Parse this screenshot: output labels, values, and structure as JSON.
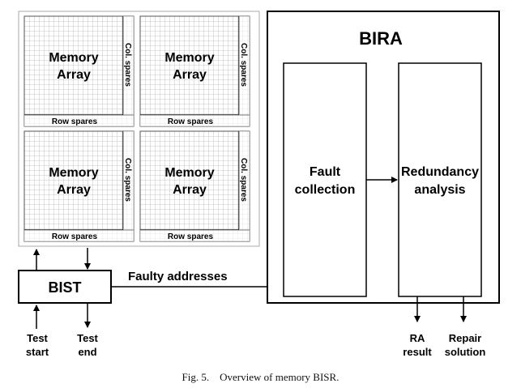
{
  "memory_arrays": [
    {
      "label_line1": "Memory",
      "label_line2": "Array",
      "col_spares": "Col. spares",
      "row_spares": "Row spares"
    },
    {
      "label_line1": "Memory",
      "label_line2": "Array",
      "col_spares": "Col. spares",
      "row_spares": "Row spares"
    },
    {
      "label_line1": "Memory",
      "label_line2": "Array",
      "col_spares": "Col. spares",
      "row_spares": "Row spares"
    },
    {
      "label_line1": "Memory",
      "label_line2": "Array",
      "col_spares": "Col. spares",
      "row_spares": "Row spares"
    }
  ],
  "bist": {
    "label": "BIST"
  },
  "bira": {
    "title": "BIRA"
  },
  "fault_collection": {
    "line1": "Fault",
    "line2": "collection"
  },
  "redundancy_analysis": {
    "line1": "Redundancy",
    "line2": "analysis"
  },
  "faulty_addresses": "Faulty addresses",
  "test_start": {
    "line1": "Test",
    "line2": "start"
  },
  "test_end": {
    "line1": "Test",
    "line2": "end"
  },
  "ra_result": {
    "line1": "RA",
    "line2": "result"
  },
  "repair_solution": {
    "line1": "Repair",
    "line2": "solution"
  },
  "caption": "Fig. 5.    Overview of memory BISR."
}
